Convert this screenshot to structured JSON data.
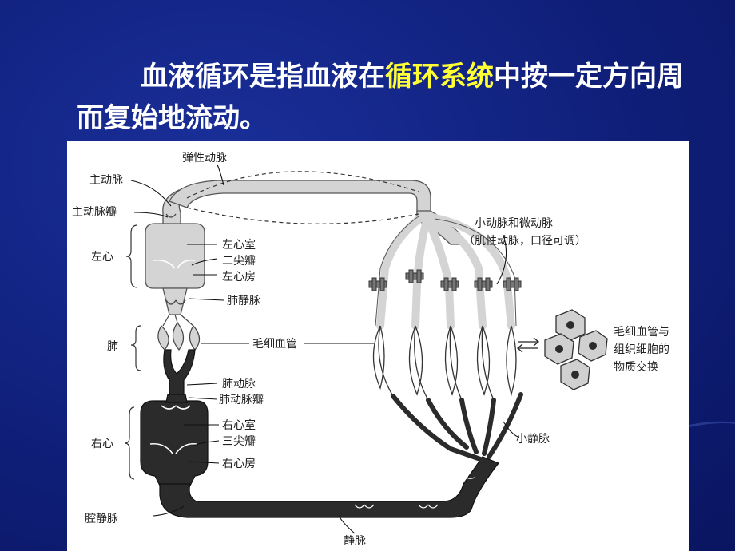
{
  "slide": {
    "text_part1": "血液循环是指血液在",
    "text_highlight": "循环系统",
    "text_part2": "中按一定方向周而复始地流动。",
    "highlight_color": "#ffff33"
  },
  "diagram": {
    "labels": {
      "elastic_artery": "弹性动脉",
      "aorta": "主动脉",
      "aortic_valve": "主动脉瓣",
      "left_heart": "左心",
      "left_ventricle": "左心室",
      "mitral_valve": "二尖瓣",
      "left_atrium": "左心房",
      "pulmonary_vein": "肺静脉",
      "lung": "肺",
      "capillary": "毛细血管",
      "pulmonary_artery": "肺动脉",
      "pulmonary_valve": "肺动脉瓣",
      "right_heart": "右心",
      "right_ventricle": "右心室",
      "tricuspid_valve": "三尖瓣",
      "right_atrium": "右心房",
      "vena_cava": "腔静脉",
      "vein": "静脉",
      "venule": "小静脉",
      "arteriole_line1": "小动脉和微动脉",
      "arteriole_line2": "（肌性动脉，口径可调）",
      "exchange_line1": "毛细血管与",
      "exchange_line2": "组织细胞的",
      "exchange_line3": "物质交换"
    },
    "colors": {
      "arterial": "#d4d4d4",
      "venous": "#2b2b2b"
    }
  }
}
